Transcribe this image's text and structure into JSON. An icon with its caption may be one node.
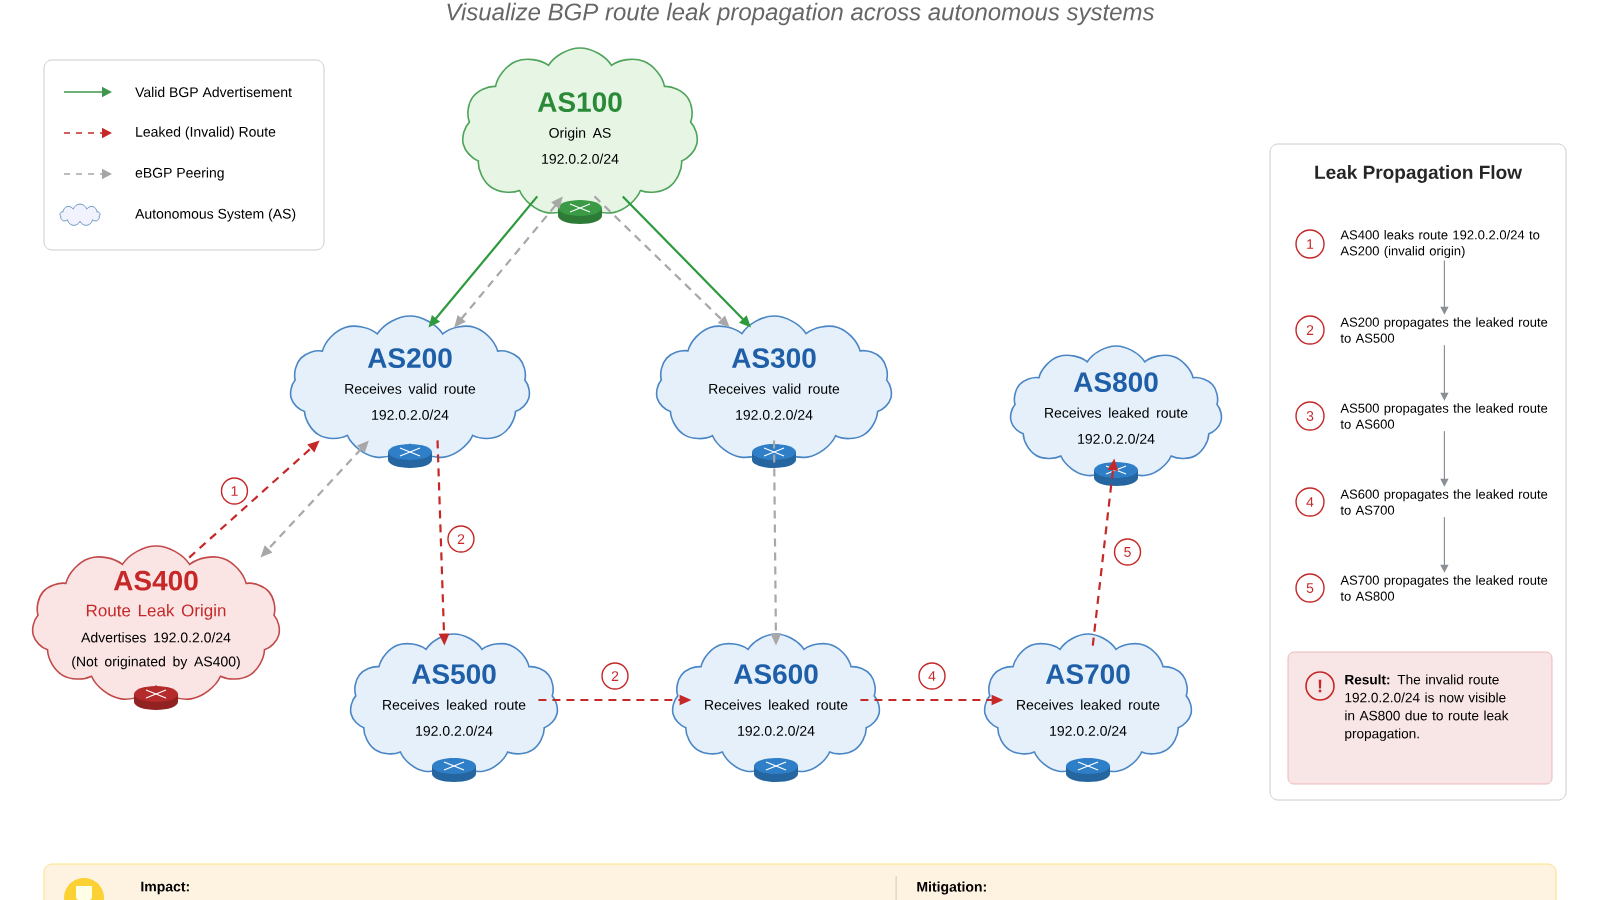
{
  "diagram": {
    "title": "Visualize BGP route leak propagation across autonomous systems",
    "nodes": [
      {
        "text": [
          "AS100",
          "Origin AS",
          "192.0.2.0/24"
        ]
      },
      {
        "text": [
          "AS200",
          "Receives valid route",
          "192.0.2.0/24"
        ]
      },
      {
        "text": [
          "AS300",
          "Receives valid route",
          "192.0.2.0/24"
        ]
      },
      {
        "text": [
          "AS800",
          "Receives leaked route",
          "192.0.2.0/24"
        ]
      },
      {
        "text": [
          "AS400",
          "Route Leak Origin",
          "Advertises 192.0.2.0/24 (Not originated by AS400)"
        ]
      },
      {
        "text": [
          "AS500",
          "Receives leaked route",
          "192.0.2.0/24"
        ]
      },
      {
        "text": [
          "AS600",
          "Receives leaked route",
          "192.0.2.0/24"
        ]
      },
      {
        "text": [
          "AS700",
          "Receives leaked route",
          "192.0.2.0/24"
        ]
      },
      {
        "text": [
          "Leak Propagation Flow"
        ]
      },
      {
        "text": [
          "1",
          "AS400 leaks route 192.0.2.0/24 to AS200 (invalid origin)"
        ],
        "in": 8
      },
      {
        "text": [
          "2",
          "AS200 propagates the leaked route to AS500"
        ],
        "in": 8
      },
      {
        "text": [
          "3",
          "AS500 propagates the leaked route to AS600"
        ],
        "in": 8
      },
      {
        "text": [
          "4",
          "AS600 propagates the leaked route to AS700"
        ],
        "in": 8
      },
      {
        "text": [
          "5",
          "AS700 propagates the leaked route to AS800"
        ],
        "in": 8
      },
      {
        "text": [
          "!",
          "**Result:** The invalid route 192.0.2.0/24 is now visible in AS800 due to route leak propagation."
        ],
        "in": 8
      }
    ],
    "edges": [
      {
        "from": 0,
        "to": 1,
        "arrow": "to",
        "color": "#2e9a3e"
      },
      {
        "from": 0,
        "to": 1,
        "arrow": "both",
        "style": "dashed",
        "color": "#a8a8a8"
      },
      {
        "from": 0,
        "to": 2,
        "arrow": "to",
        "color": "#2e9a3e"
      },
      {
        "from": 0,
        "to": 2,
        "arrow": "to",
        "style": "dashed",
        "color": "#a8a8a8"
      },
      {
        "from": 4,
        "to": 1,
        "arrow": "to",
        "style": "dashed",
        "label": "1"
      },
      {
        "from": 1,
        "to": 4,
        "arrow": "both",
        "style": "dashed",
        "color": "#a8a8a8"
      },
      {
        "from": 1,
        "to": 5,
        "arrow": "to",
        "style": "dashed",
        "label": "2"
      },
      {
        "from": 5,
        "to": 6,
        "arrow": "to",
        "style": "dashed",
        "label": "2"
      },
      {
        "from": 2,
        "to": 6,
        "arrow": "to",
        "style": "dashed",
        "color": "#a8a8a8"
      },
      {
        "from": 6,
        "to": 7,
        "arrow": "to",
        "style": "dashed",
        "label": "4"
      },
      {
        "from": 7,
        "to": 3,
        "arrow": "to",
        "style": "dashed",
        "label": "5"
      },
      {
        "from": 9,
        "to": 10,
        "arrow": "to",
        "color": "#8a8f96"
      },
      {
        "from": 10,
        "to": 11,
        "arrow": "to",
        "color": "#8a8f96"
      },
      {
        "from": 11,
        "to": 12,
        "arrow": "to",
        "color": "#8a8f96"
      },
      {
        "from": 12,
        "to": 13,
        "arrow": "to",
        "color": "#8a8f96"
      }
    ],
    "labels": [
      "Impact:",
      "Mitigation:"
    ],
    "legend": [
      {
        "text": "Valid BGP Advertisement"
      },
      {
        "text": "Leaked (Invalid) Route"
      },
      {
        "text": "eBGP Peering"
      },
      {
        "text": "Autonomous System (AS)"
      }
    ]
  }
}
